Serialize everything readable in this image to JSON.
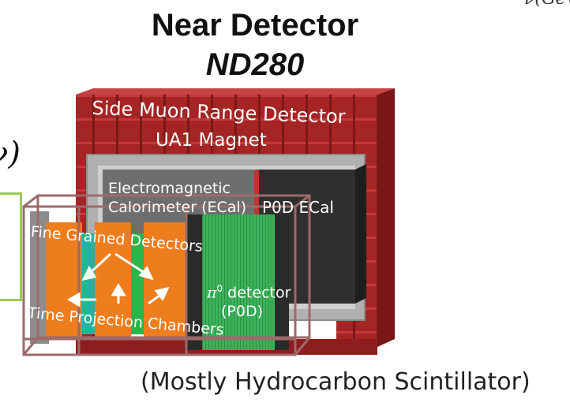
{
  "title": "Near Detector",
  "subtitle": "ND280",
  "labels": {
    "smrd": "Side Muon Range Detector",
    "magnet": "UA1 Magnet",
    "ecal_line1": "Electromagnetic",
    "ecal_line2": "Calorimeter (ECal)",
    "p0d_ecal": "P0D ECal",
    "fgd": "Fine Grained Detectors",
    "tpc": "Time Projection Chambers",
    "pi0_symbol": "π",
    "pi0_sup": "0",
    "pi0_word": " detector",
    "p0d": "(P0D)"
  },
  "caption": "(Mostly Hydrocarbon Scintillator)",
  "fragments": {
    "left_symbol": "ν)",
    "top_right": "ν(GeV)"
  },
  "colors": {
    "magnet_red": "#a52424",
    "tpc_orange": "#ee7d1d",
    "fgd_green": "#2bb54a",
    "p0d_green": "#3bb35a",
    "ecal_gray": "#707070",
    "p0d_ecal_dark": "#2f2f2f",
    "cage": "#9c6a6a",
    "legend_box": "#9cc75a"
  }
}
